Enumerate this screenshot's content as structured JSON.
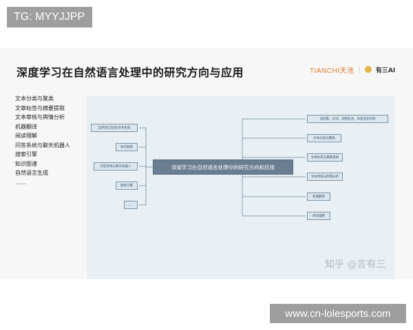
{
  "overlay": {
    "tg_label": "TG: MYYJJPP",
    "site_label": "www.cn-lolesports.com"
  },
  "slide": {
    "title": "深度学习在自然语言处理中的研究方向与应用",
    "brand_tianchi": "TIANCHI天池",
    "brand_youyan": "有三AI",
    "topics": [
      "文本分类与聚类",
      "文章标签与摘要提取",
      "文本审核与舆情分析",
      "机器翻译",
      "阅读理解",
      "问答系统与聊天机器人",
      "搜索引擎",
      "知识图谱",
      "自然语言生成",
      "……"
    ],
    "mindmap": {
      "center": "深度学习在自然语言处理中的研究方向和应用",
      "left_nodes": [
        "自然语言生成/文本生成",
        "知识图谱",
        "问答系统与聊天机器人",
        "搜索引擎",
        "……"
      ],
      "right_nodes": [
        "词向量、分词、词性标注、命名实体识别",
        "文本分类与聚类",
        "文章标签与摘要提取",
        "文本审核与舆情分析",
        "机器翻译",
        "阅读理解"
      ]
    },
    "watermark": "知乎 @言有三"
  }
}
